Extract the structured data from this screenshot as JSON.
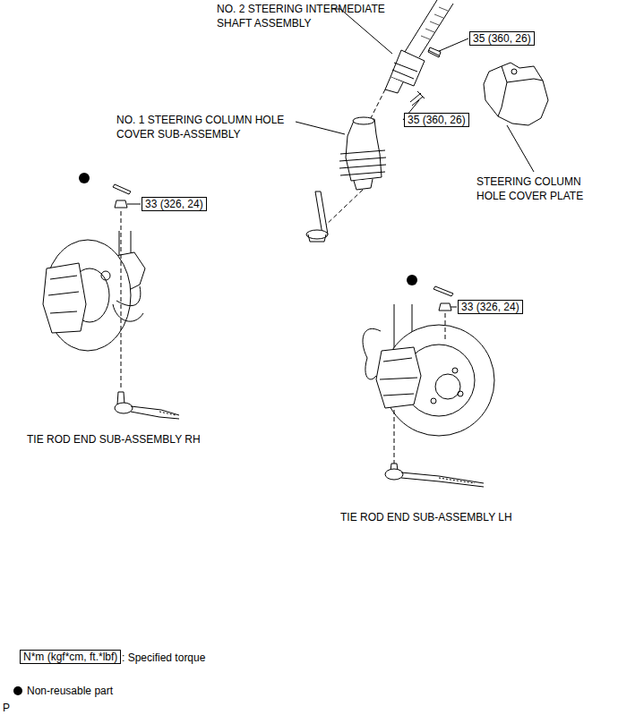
{
  "diagram": {
    "nodes": [
      {
        "text": [
          "35 (360, 26)"
        ]
      },
      {
        "text": [
          "35 (360, 26)"
        ]
      },
      {
        "text": [
          "33 (326, 24)"
        ]
      },
      {
        "text": [
          "33 (326, 24)"
        ]
      },
      {
        "text": [
          "N*m (kgf*cm, ft.*lbf)"
        ]
      }
    ],
    "edges": [],
    "labels": [
      "NO. 2 STEERING INTERMEDIATE SHAFT ASSEMBLY",
      "NO. 1 STEERING COLUMN HOLE COVER SUB-ASSEMBLY",
      "STEERING COLUMN HOLE COVER PLATE",
      "TIE ROD END SUB-ASSEMBLY RH",
      "TIE ROD END SUB-ASSEMBLY LH",
      ": Specified torque",
      "P"
    ],
    "legend": [
      {
        "text": "Non-reusable part"
      }
    ]
  }
}
